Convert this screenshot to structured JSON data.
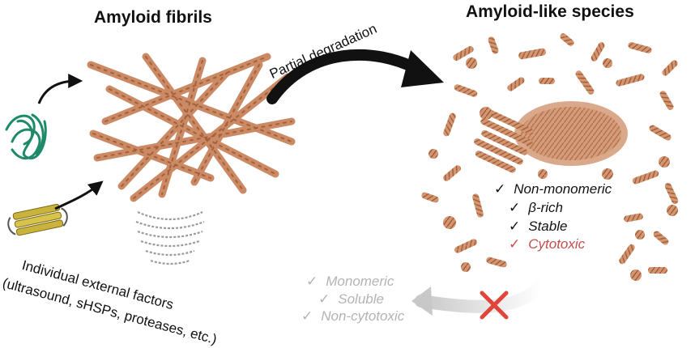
{
  "titles": {
    "left": "Amyloid fibrils",
    "right": "Amyloid-like species"
  },
  "arrow_label": "Partial degradation",
  "factors": {
    "line1": "Individual external factors",
    "line2": "(ultrasound, sHSPs, proteases, etc.)"
  },
  "properties": [
    {
      "check": "✓",
      "label": "Non-monomeric"
    },
    {
      "check": "✓",
      "label": "β-rich"
    },
    {
      "check": "✓",
      "label": "Stable"
    },
    {
      "check": "✓",
      "label": "Cytotoxic"
    }
  ],
  "excluded_properties": [
    {
      "check": "✓",
      "label": "Monomeric"
    },
    {
      "check": "✓",
      "label": "Soluble"
    },
    {
      "check": "✓",
      "label": "Non-cytotoxic"
    }
  ],
  "colors": {
    "fibril": "#c9845c",
    "fibril_dark": "#a0603d",
    "protein_green": "#1e8a6a",
    "protein_yellow": "#c9b33a",
    "cytotoxic": "#c0504d",
    "grey_text": "#b3b3b3",
    "cross": "#e0443a",
    "arrow": "#111111"
  },
  "icons": {
    "protein_globular": "green-protein-ribbon-icon",
    "protein_beta": "yellow-beta-sheet-icon",
    "ultrasound": "ultrasound-waves-icon",
    "cross": "red-cross-icon"
  }
}
